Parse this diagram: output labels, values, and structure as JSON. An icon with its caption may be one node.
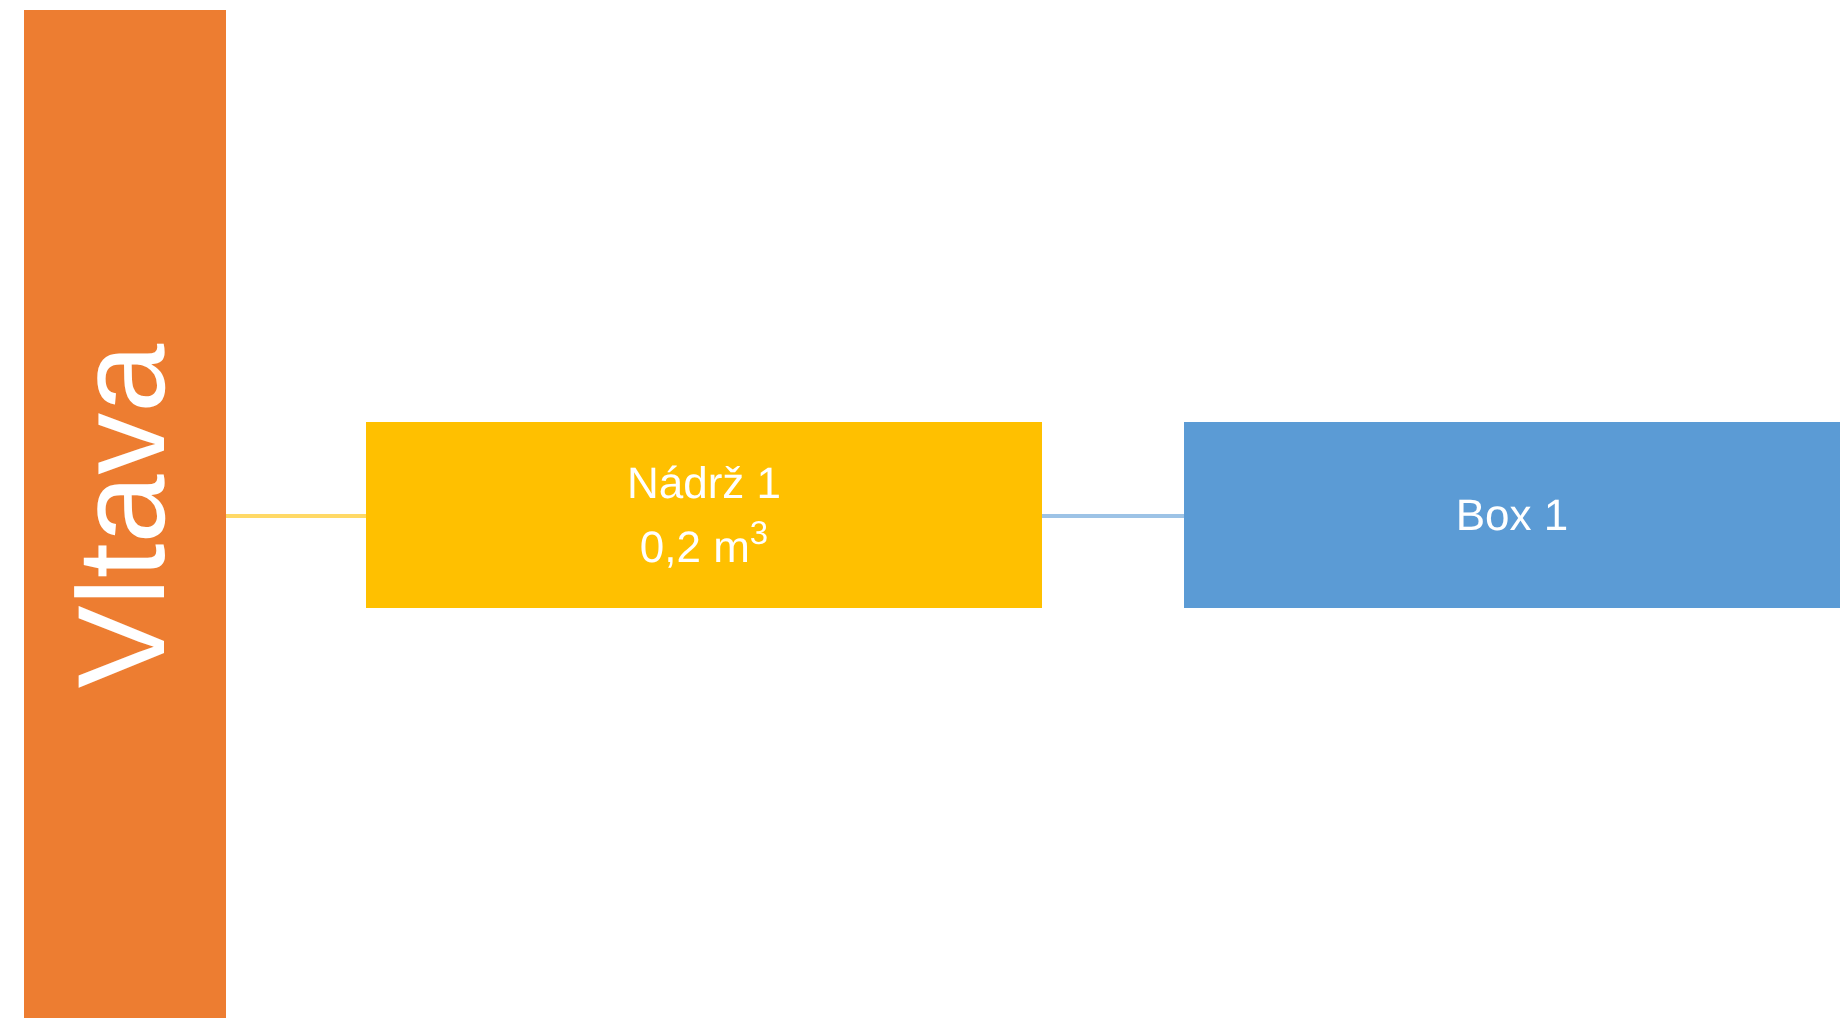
{
  "diagram": {
    "nodes": [
      {
        "text": [
          "Vltava"
        ]
      },
      {
        "text": [
          "Nádrž 1",
          "0,2 m$^{3}$"
        ]
      },
      {
        "text": [
          "Box 1"
        ]
      }
    ],
    "edges": [
      {
        "from": 0,
        "to": 1,
        "arrow": "none",
        "color": "#ffd966"
      },
      {
        "from": 1,
        "to": 2,
        "arrow": "none",
        "color": "#9dc3e6"
      }
    ]
  }
}
